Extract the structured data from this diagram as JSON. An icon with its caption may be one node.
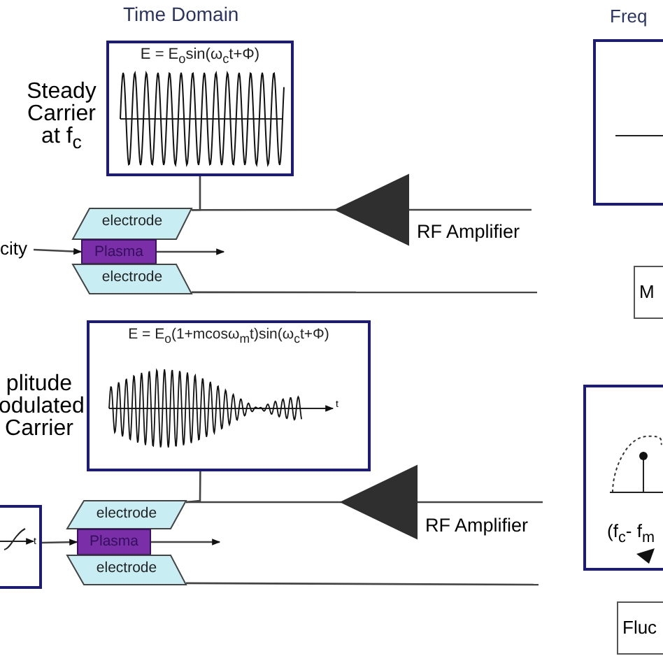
{
  "diagram": {
    "nodes": [
      {
        "text": [
          "E = E$_{o}$sin(ω$_{c}$t+Φ)"
        ]
      },
      {
        "text": [
          "electrode"
        ]
      },
      {
        "text": [
          "Plasma"
        ]
      },
      {
        "text": [
          "electrode"
        ]
      },
      {
        "text": [],
        "shape": "triangle",
        "beside": [
          "RF Amplifier"
        ]
      },
      {
        "text": [
          "city"
        ]
      },
      {
        "text": [],
        "shape": "box"
      },
      {
        "text": [
          "M"
        ]
      },
      {
        "text": [
          "E = E$_{o}$(1+mcosω$_{m}$t)sin(ω$_{c}$t+Φ)",
          "t"
        ]
      },
      {
        "text": [
          "t"
        ]
      },
      {
        "text": [
          "electrode"
        ]
      },
      {
        "text": [
          "Plasma"
        ]
      },
      {
        "text": [
          "electrode"
        ]
      },
      {
        "text": [],
        "shape": "triangle",
        "beside": [
          "RF Amplifier"
        ]
      },
      {
        "text": [
          "(f$_{c}$- f$_{m}$"
        ]
      },
      {
        "text": [
          "Fluc"
        ]
      }
    ],
    "edges": [
      {
        "from": 0,
        "to": 1,
        "arrow": "none"
      },
      {
        "from": 4,
        "to": 1,
        "arrow": "none"
      },
      {
        "from": null,
        "to": 4,
        "arrow": "none"
      },
      {
        "from": 3,
        "to": null,
        "arrow": "none"
      },
      {
        "from": 5,
        "to": 2,
        "arrow": "to"
      },
      {
        "from": 2,
        "to": null,
        "arrow": "to"
      },
      {
        "from": 8,
        "to": 10,
        "arrow": "none"
      },
      {
        "from": 13,
        "to": 10,
        "arrow": "none"
      },
      {
        "from": null,
        "to": 13,
        "arrow": "none"
      },
      {
        "from": 12,
        "to": null,
        "arrow": "none"
      },
      {
        "from": 9,
        "to": 11,
        "arrow": "to"
      },
      {
        "from": 11,
        "to": null,
        "arrow": "to"
      }
    ],
    "labels": [
      "Time Domain",
      "Freq",
      "Steady Carrier at f$_{c}$",
      "plitude odulated Carrier"
    ]
  }
}
